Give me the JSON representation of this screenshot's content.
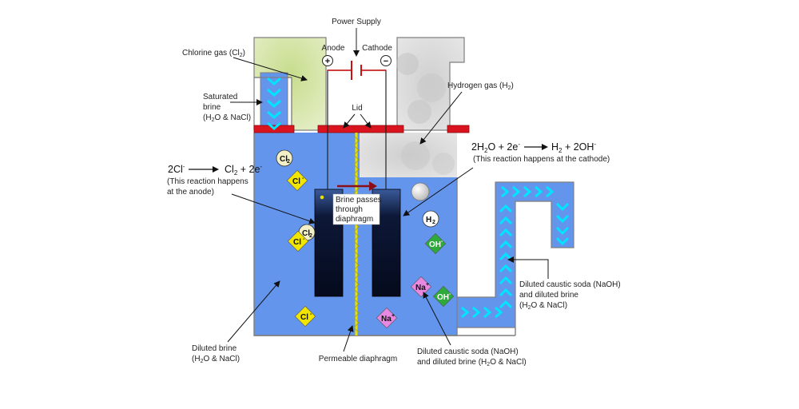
{
  "labels": {
    "power_supply": "Power Supply",
    "anode": "Anode",
    "cathode": "Cathode",
    "anode_sign": "+",
    "cathode_sign": "−",
    "chlorine_gas": "Chlorine gas (Cl",
    "chlorine_gas_sub": "2",
    "chlorine_gas_end": ")",
    "hydrogen_gas": "Hydrogen gas (H",
    "hydrogen_gas_sub": "2",
    "hydrogen_gas_end": ")",
    "saturated_1": "Saturated",
    "saturated_2": "brine",
    "saturated_3a": "(H",
    "saturated_3b": "2",
    "saturated_3c": "O & NaCl)",
    "lid": "Lid",
    "diluted_brine_1": "Diluted brine",
    "diluted_brine_2a": "(H",
    "diluted_brine_2b": "2",
    "diluted_brine_2c": "O & NaCl)",
    "permeable": "Permeable diaphragm",
    "caustic_mid_1": "Diluted caustic soda (NaOH)",
    "caustic_mid_2a": "and diluted brine (H",
    "caustic_mid_2b": "2",
    "caustic_mid_2c": "O & NaCl)",
    "caustic_right_1": "Diluted caustic soda (NaOH)",
    "caustic_right_2": "and diluted brine",
    "caustic_right_3a": "(H",
    "caustic_right_3b": "2",
    "caustic_right_3c": "O & NaCl)",
    "brine_pass_1": "Brine passes",
    "brine_pass_2": "through",
    "brine_pass_3": "diaphragm"
  },
  "equations": {
    "anode_left": "2Cl",
    "anode_left_sup": "-",
    "anode_right": "Cl",
    "anode_right_sub": "2",
    "anode_right_end": " + 2e",
    "anode_right_sup": "-",
    "anode_note_1": "(This reaction happens",
    "anode_note_2": "at the anode)",
    "cathode_left": "2H",
    "cathode_left_sub": "2",
    "cathode_left_end": "O + 2e",
    "cathode_left_sup": "-",
    "cathode_right": "H",
    "cathode_right_sub": "2",
    "cathode_right_end": " + 2OH",
    "cathode_right_sup": "-",
    "cathode_note": "(This reaction happens at the cathode)"
  },
  "ions": {
    "cl2": "Cl",
    "cl2_sub": "2",
    "cl_minus": "Cl",
    "minus": "-",
    "h2": "H",
    "h2_sub": "2",
    "oh": "OH",
    "na": "Na",
    "plus": "+"
  },
  "colors": {
    "tank": "#6495ED",
    "chlorine": "#D4E4A0",
    "hydrogen": "#D9D9D9",
    "lid": "#D9141E",
    "cl_ion": "#F2E600",
    "oh_ion": "#2EAA3A",
    "na_ion": "#E888E0",
    "chevron": "#00E5FF",
    "electrode": "#0B1535"
  }
}
